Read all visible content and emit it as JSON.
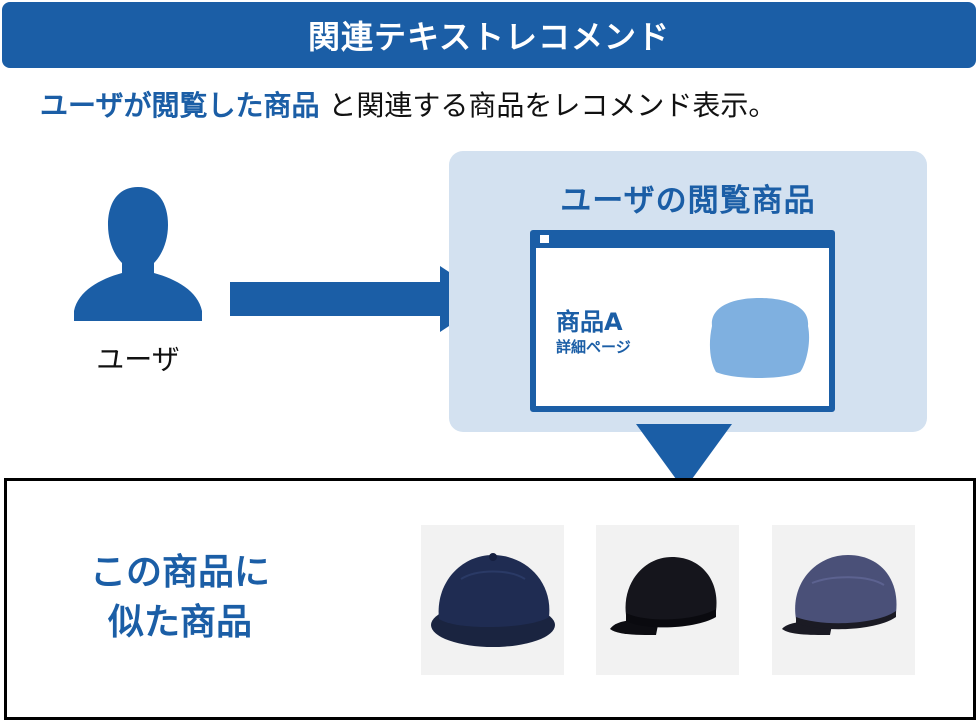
{
  "header": {
    "title": "関連テキストレコメンド"
  },
  "description": {
    "highlight": "ユーザが閲覧した商品",
    "rest": "と関連する商品をレコメンド表示。"
  },
  "user": {
    "label": "ユーザ",
    "icon": "user-icon"
  },
  "viewed_panel": {
    "title": "ユーザの閲覧商品",
    "product_name": "商品A",
    "product_detail": "詳細ページ"
  },
  "result": {
    "label_line1": "この商品に",
    "label_line2": "似た商品",
    "items": [
      "navy-newsboy-cap",
      "black-casquette-cap",
      "indigo-casquette-cap"
    ]
  },
  "colors": {
    "primary": "#1b5ea6",
    "panel_bg": "#d3e1f0",
    "product_blob": "#7fb0e0"
  }
}
